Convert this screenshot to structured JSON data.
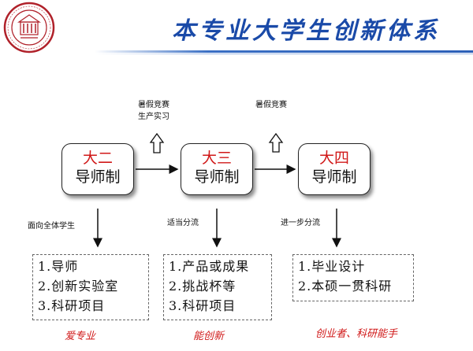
{
  "title": "本专业大学生创新体系",
  "years": [
    {
      "top": "大二",
      "bottom": "导师制"
    },
    {
      "top": "大三",
      "bottom": "导师制"
    },
    {
      "top": "大四",
      "bottom": "导师制"
    }
  ],
  "upper_notes": {
    "first": [
      "暑假竞赛",
      "生产实习"
    ],
    "second": [
      "暑假竞赛"
    ]
  },
  "down_labels": [
    "面向全体学生",
    "适当分流",
    "进一步分流"
  ],
  "lists": [
    [
      "1.导师",
      "2.创新实验室",
      "3.科研项目"
    ],
    [
      "1.产品或成果",
      "2.挑战杯等",
      "3.科研项目"
    ],
    [
      "1.毕业设计",
      "2.本硕一贯科研"
    ]
  ],
  "goals": [
    "爱专业",
    "能创新",
    "创业者、科研能手"
  ],
  "colors": {
    "title": "#1a4aa8",
    "accent_red": "#d01818",
    "logo": "#b0212a"
  },
  "icons": {
    "logo": "university-seal-icon",
    "up_arrow": "hollow-up-arrow-icon"
  }
}
